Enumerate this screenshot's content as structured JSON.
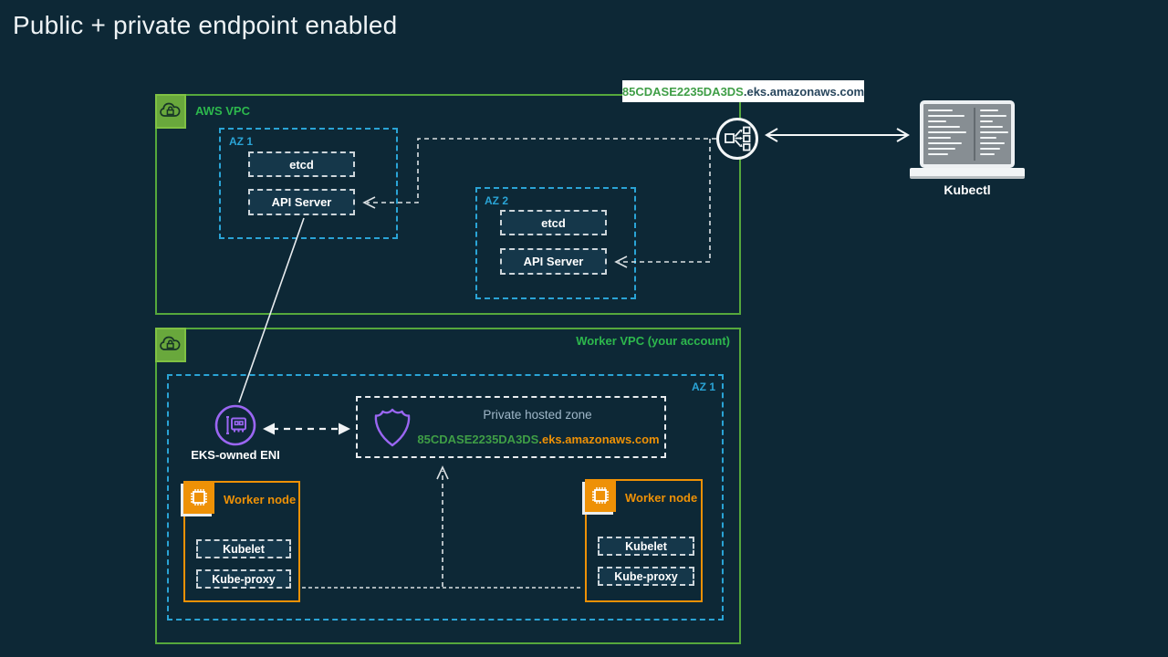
{
  "title": "Public + private endpoint enabled",
  "endpoint_banner": {
    "cluster_id": "85CDASE2235DA3DS",
    "domain": ".eks.amazonaws.com"
  },
  "kubectl": {
    "label": "Kubectl"
  },
  "aws_vpc": {
    "label": "AWS VPC",
    "az1": {
      "label": "AZ 1",
      "etcd": "etcd",
      "api_server": "API Server"
    },
    "az2": {
      "label": "AZ 2",
      "etcd": "etcd",
      "api_server": "API Server"
    }
  },
  "worker_vpc": {
    "label": "Worker VPC (your account)",
    "az_label": "AZ 1",
    "eni": {
      "label": "EKS-owned ENI"
    },
    "hosted_zone": {
      "title": "Private hosted zone",
      "cluster_id": "85CDASE2235DA3DS",
      "domain": ".eks.amazonaws.com"
    },
    "node1": {
      "label": "Worker node",
      "kubelet": "Kubelet",
      "kube_proxy": "Kube-proxy"
    },
    "node2": {
      "label": "Worker node",
      "kubelet": "Kubelet",
      "kube_proxy": "Kube-proxy"
    }
  },
  "colors": {
    "background": "#0d2836",
    "green_border": "#55a83c",
    "green_text": "#2db84d",
    "banner_green": "#3f9e46",
    "banner_navy": "#27455c",
    "cyan_az": "#2aa4d6",
    "orange": "#ee9106",
    "purple": "#9a66f2",
    "component_fill": "#15374a",
    "muted_label": "#9fb7c8",
    "connector": "#dce1e4"
  }
}
